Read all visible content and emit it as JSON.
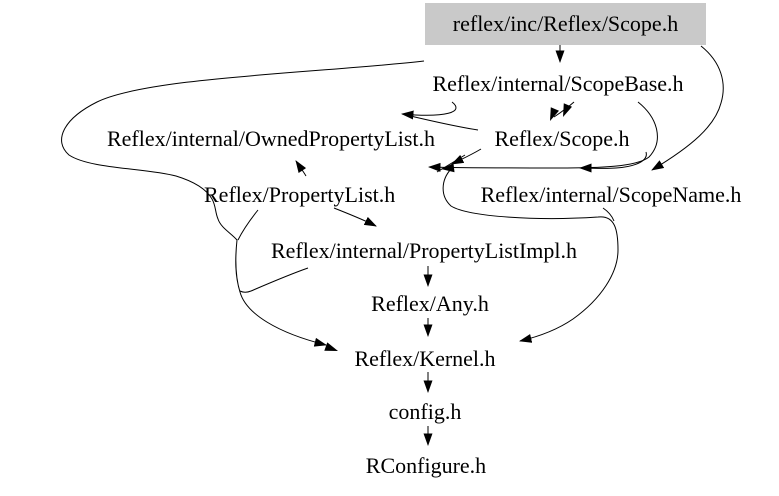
{
  "graph": {
    "type": "include-dependency-graph",
    "root_fill": "#c9c9c9",
    "edge_color": "#000000",
    "text_color": "#000000",
    "background": "#ffffff",
    "nodes": [
      {
        "id": "root",
        "label": "reflex/inc/Reflex/Scope.h",
        "highlighted": true
      },
      {
        "id": "scopebase",
        "label": "Reflex/internal/ScopeBase.h"
      },
      {
        "id": "ownedplist",
        "label": "Reflex/internal/OwnedPropertyList.h"
      },
      {
        "id": "scope",
        "label": "Reflex/Scope.h"
      },
      {
        "id": "plist",
        "label": "Reflex/PropertyList.h"
      },
      {
        "id": "scopename",
        "label": "Reflex/internal/ScopeName.h"
      },
      {
        "id": "plistimpl",
        "label": "Reflex/internal/PropertyListImpl.h"
      },
      {
        "id": "any",
        "label": "Reflex/Any.h"
      },
      {
        "id": "kernel",
        "label": "Reflex/Kernel.h"
      },
      {
        "id": "config",
        "label": "config.h"
      },
      {
        "id": "rconfigure",
        "label": "RConfigure.h"
      }
    ],
    "edges": [
      {
        "from": "reflex/inc/Reflex/Scope.h",
        "to": "Reflex/internal/ScopeBase.h"
      },
      {
        "from": "Reflex/internal/ScopeBase.h",
        "to": "Reflex/Scope.h"
      },
      {
        "from": "reflex/inc/Reflex/Scope.h",
        "to": "Reflex/internal/ScopeName.h"
      },
      {
        "from": "Reflex/internal/ScopeBase.h",
        "to": "Reflex/internal/OwnedPropertyList.h"
      },
      {
        "from": "Reflex/Scope.h",
        "to": "Reflex/internal/ScopeName.h"
      },
      {
        "from": "Reflex/PropertyList.h",
        "to": "Reflex/internal/OwnedPropertyList.h"
      },
      {
        "from": "Reflex/internal/OwnedPropertyList.h",
        "to": "Reflex/internal/PropertyListImpl.h"
      },
      {
        "from": "Reflex/PropertyList.h",
        "to": "Reflex/internal/PropertyListImpl.h"
      },
      {
        "from": "Reflex/internal/PropertyListImpl.h",
        "to": "Reflex/Any.h"
      },
      {
        "from": "Reflex/Any.h",
        "to": "Reflex/Kernel.h"
      },
      {
        "from": "Reflex/internal/ScopeBase.h",
        "to": "Reflex/Kernel.h"
      },
      {
        "from": "Reflex/PropertyList.h",
        "to": "Reflex/Kernel.h"
      },
      {
        "from": "Reflex/Scope.h",
        "to": "Reflex/Kernel.h"
      },
      {
        "from": "Reflex/internal/ScopeName.h",
        "to": "Reflex/Kernel.h"
      },
      {
        "from": "Reflex/Kernel.h",
        "to": "config.h"
      },
      {
        "from": "config.h",
        "to": "RConfigure.h"
      }
    ]
  }
}
